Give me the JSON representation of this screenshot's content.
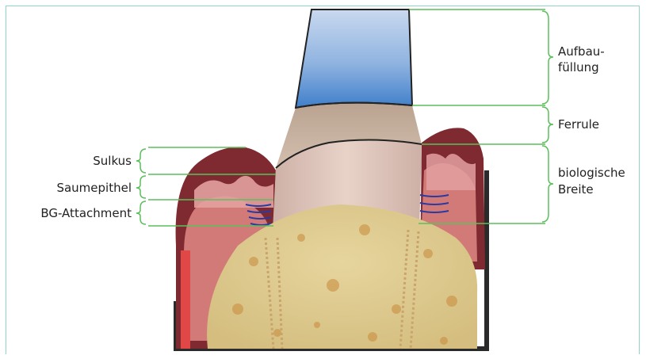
{
  "labels": {
    "left": {
      "sulkus": "Sulkus",
      "saumepithel": "Saumepithel",
      "bg_attachment": "BG-Attachment"
    },
    "right": {
      "aufbaufuellung_line1": "Aufbau-",
      "aufbaufuellung_line2": "füllung",
      "ferrule": "Ferrule",
      "biologische_breite_line1": "biologische",
      "biologische_breite_line2": "Breite"
    }
  },
  "colors": {
    "frame": "#8fd4c8",
    "guide_line": "#5cbf5c",
    "build_up_top": "#c8d8ee",
    "build_up_bottom": "#4a86cc",
    "ferrule": "#cbb3a0",
    "root": "#dcc3b8",
    "gingiva_dark": "#7e2a30",
    "gingiva": "#d27a78",
    "gingiva_light": "#e8a8a6",
    "bone": "#dcc890",
    "fibers": "#2a3aa0",
    "base": "#2a2a2a"
  }
}
